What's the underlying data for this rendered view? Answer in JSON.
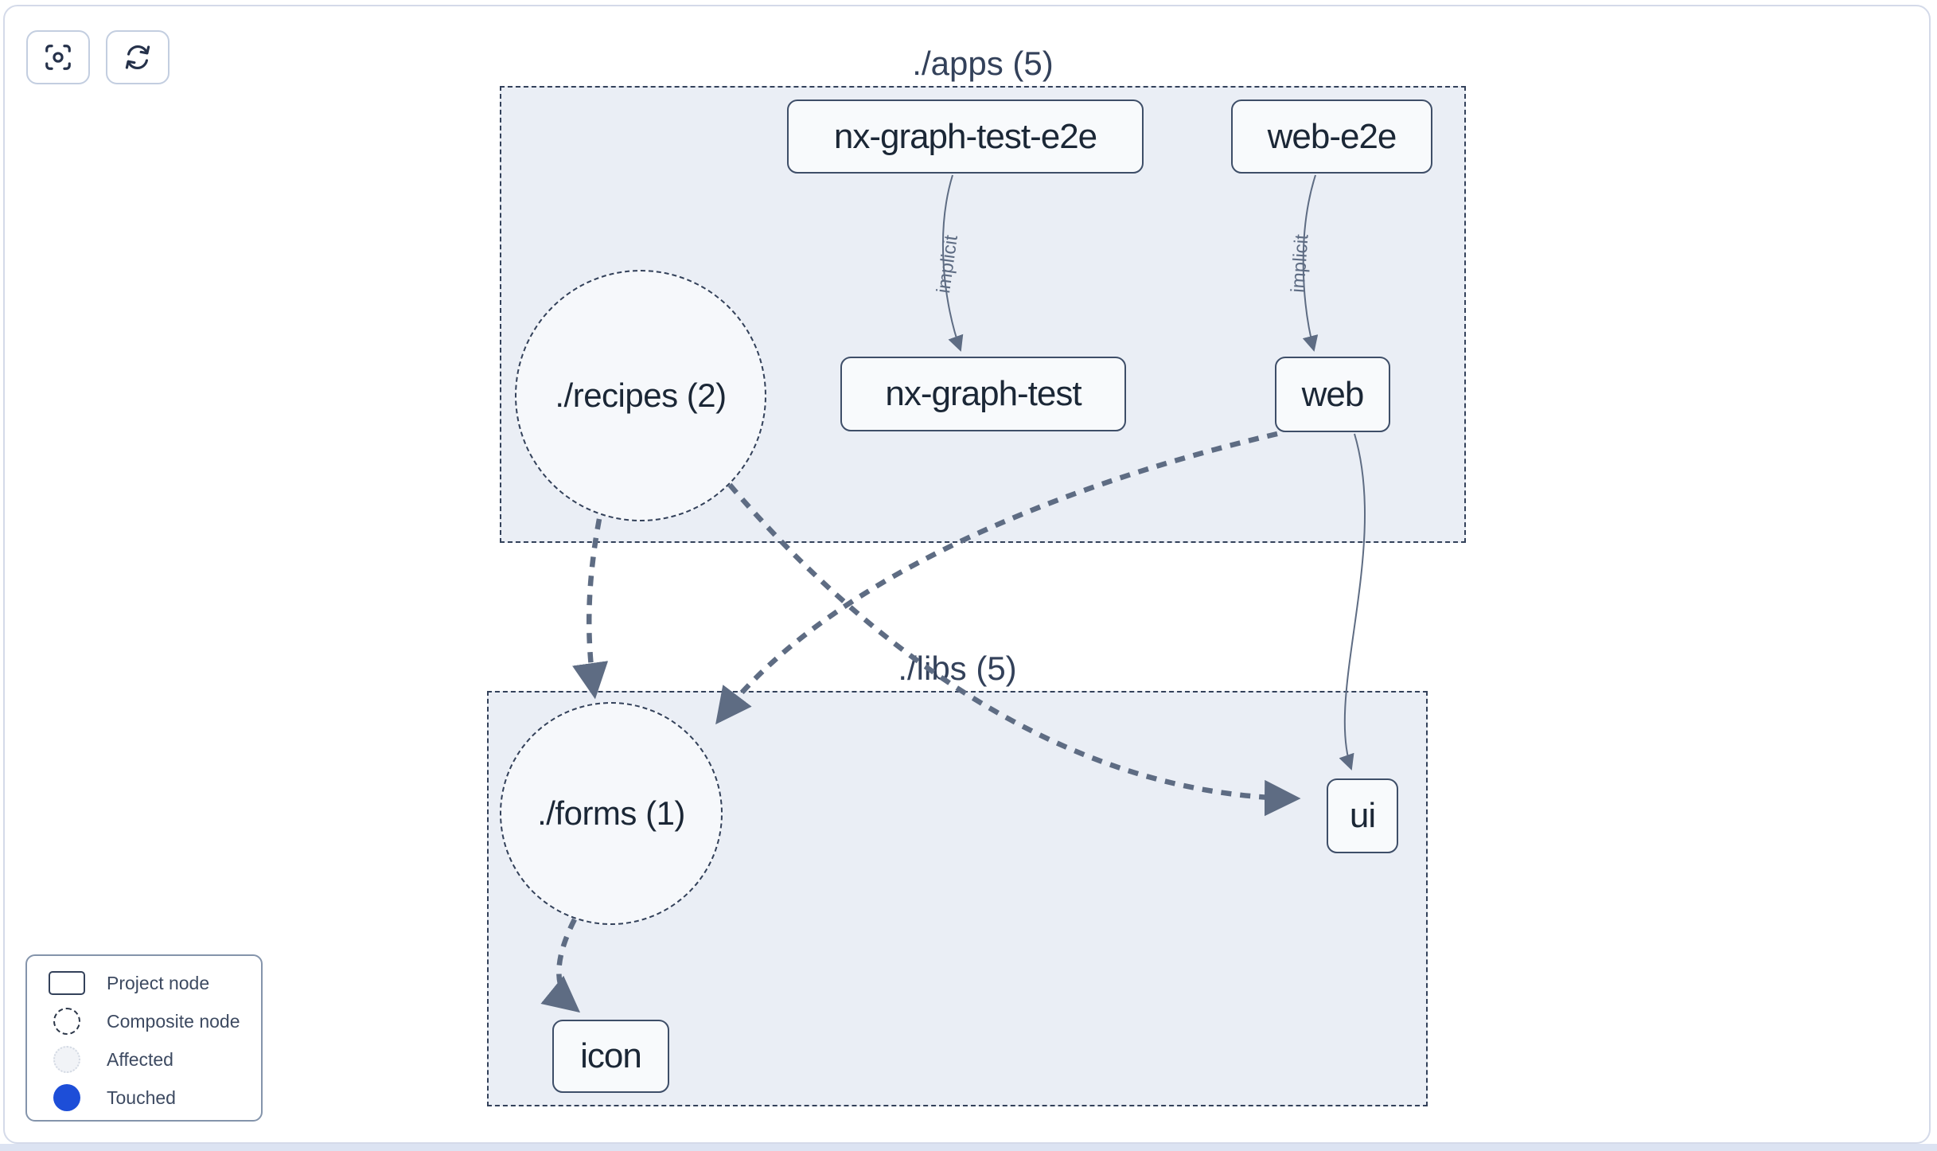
{
  "toolbar": {
    "buttons": [
      {
        "name": "focus-button",
        "icon": "focus-icon"
      },
      {
        "name": "refresh-button",
        "icon": "refresh-icon"
      }
    ]
  },
  "graph": {
    "containers": [
      {
        "id": "apps",
        "label": "./apps (5)"
      },
      {
        "id": "libs",
        "label": "./libs (5)"
      }
    ],
    "composite_nodes": [
      {
        "id": "recipes",
        "label": "./recipes (2)",
        "parent": "./apps (5)"
      },
      {
        "id": "forms",
        "label": "./forms (1)",
        "parent": "./libs (5)"
      }
    ],
    "project_nodes": [
      {
        "id": "nx-graph-test-e2e",
        "label": "nx-graph-test-e2e",
        "parent": "./apps (5)"
      },
      {
        "id": "web-e2e",
        "label": "web-e2e",
        "parent": "./apps (5)"
      },
      {
        "id": "nx-graph-test",
        "label": "nx-graph-test",
        "parent": "./apps (5)"
      },
      {
        "id": "web",
        "label": "web",
        "parent": "./apps (5)"
      },
      {
        "id": "ui",
        "label": "ui",
        "parent": "./libs (5)"
      },
      {
        "id": "icon",
        "label": "icon",
        "parent": "./libs (5)"
      }
    ],
    "edges": [
      {
        "from": "nx-graph-test-e2e",
        "to": "nx-graph-test",
        "label": "implicit",
        "style": "thin-solid"
      },
      {
        "from": "web-e2e",
        "to": "web",
        "label": "implicit",
        "style": "thin-solid"
      },
      {
        "from": "web",
        "to": "ui",
        "label": "",
        "style": "thin-solid"
      },
      {
        "from": "./recipes (2)",
        "to": "./forms (1)",
        "label": "",
        "style": "thick-dashed"
      },
      {
        "from": "./recipes (2)",
        "to": "ui",
        "label": "",
        "style": "thick-dashed"
      },
      {
        "from": "web",
        "to": "./forms (1)",
        "label": "",
        "style": "thick-dashed"
      },
      {
        "from": "./forms (1)",
        "to": "icon",
        "label": "",
        "style": "thick-dashed"
      }
    ]
  },
  "legend": {
    "items": [
      {
        "label": "Project node",
        "symbol": "project-node-symbol"
      },
      {
        "label": "Composite node",
        "symbol": "composite-node-symbol"
      },
      {
        "label": "Affected",
        "symbol": "affected-symbol"
      },
      {
        "label": "Touched",
        "symbol": "touched-symbol"
      }
    ]
  },
  "colors": {
    "touched_blue": "#1d4ed8",
    "container_fill": "#eaeef5",
    "node_fill": "#f8fafc",
    "edge": "#5e6c83",
    "node_border": "#3e4e68",
    "text_dark": "#1b2736",
    "muted_label": "#5e6c83",
    "canvas_border": "#d4dae9",
    "bottom_bar": "#dce3f2"
  }
}
